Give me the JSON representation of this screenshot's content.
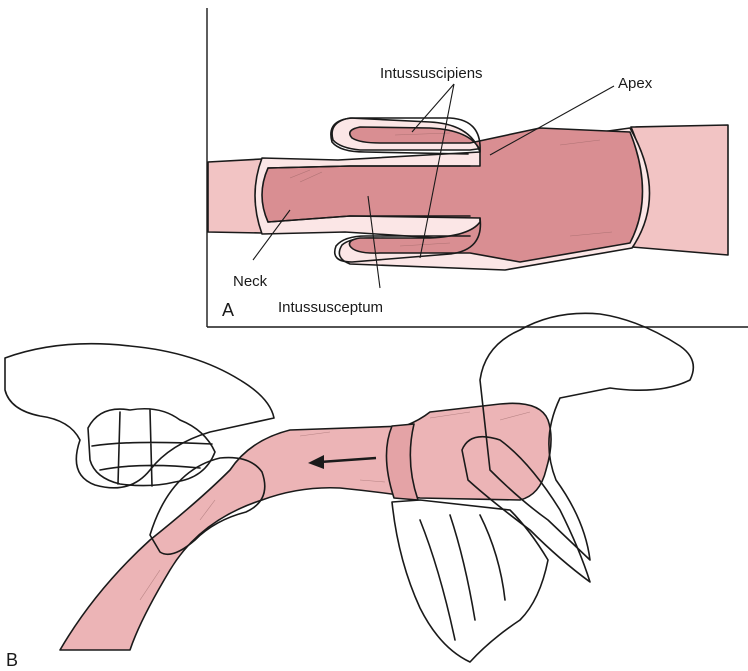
{
  "panel_a": {
    "letter": "A",
    "labels": {
      "intussuscipiens": "Intussuscipiens",
      "apex": "Apex",
      "neck": "Neck",
      "intussusceptum": "Intussusceptum"
    }
  },
  "panel_b": {
    "letter": "B"
  },
  "colors": {
    "light_pink": "#f2c4c4",
    "mid_pink": "#e4a3a6",
    "dark_pink": "#d98e92",
    "line": "#1a1a1a"
  }
}
